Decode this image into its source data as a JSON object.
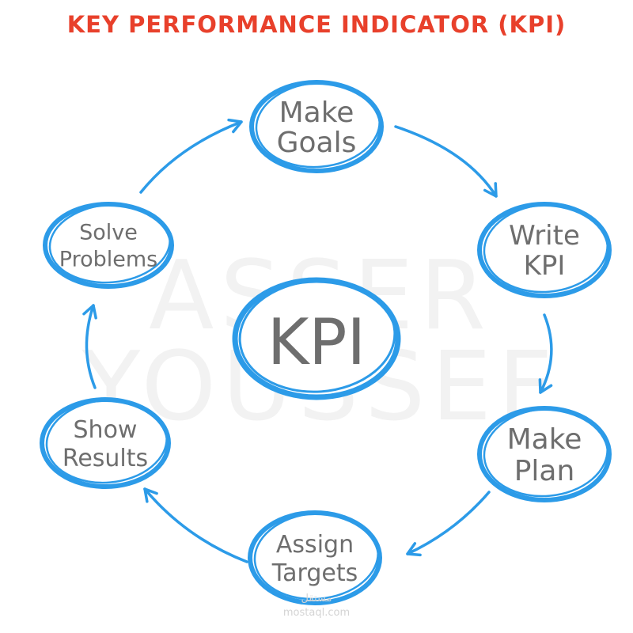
{
  "title": "KEY PERFORMANCE INDICATOR (KPI)",
  "watermark": [
    "ASSER",
    "YOUSSEF"
  ],
  "center": {
    "label": "KPI"
  },
  "nodes": [
    {
      "id": "make-goals",
      "lines": [
        "Make",
        "Goals"
      ]
    },
    {
      "id": "write-kpi",
      "lines": [
        "Write",
        "KPI"
      ]
    },
    {
      "id": "make-plan",
      "lines": [
        "Make",
        "Plan"
      ]
    },
    {
      "id": "assign-targets",
      "lines": [
        "Assign",
        "Targets"
      ]
    },
    {
      "id": "show-results",
      "lines": [
        "Show",
        "Results"
      ]
    },
    {
      "id": "solve-problems",
      "lines": [
        "Solve",
        "Problems"
      ]
    }
  ],
  "brand": {
    "logo_text": "مستقل",
    "domain": "mostaql.com"
  },
  "colors": {
    "title": "#e8402b",
    "stroke": "#2c9be8",
    "text": "#6e6e6e"
  }
}
